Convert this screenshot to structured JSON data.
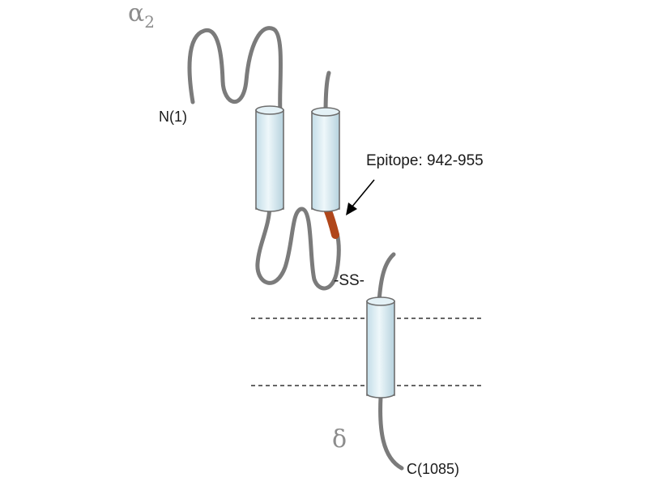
{
  "labels": {
    "alpha_symbol": "α",
    "alpha_subscript": "2",
    "n_terminus": "N(1)",
    "epitope": "Epitope: 942-955",
    "disulfide": "-SS-",
    "delta": "δ",
    "c_terminus": "C(1085)"
  },
  "colors": {
    "chain": "#7b7b7b",
    "epitope": "#b0461a",
    "cylinder_fill": "#d6e9f1",
    "greek_label": "#8c8c8c"
  }
}
